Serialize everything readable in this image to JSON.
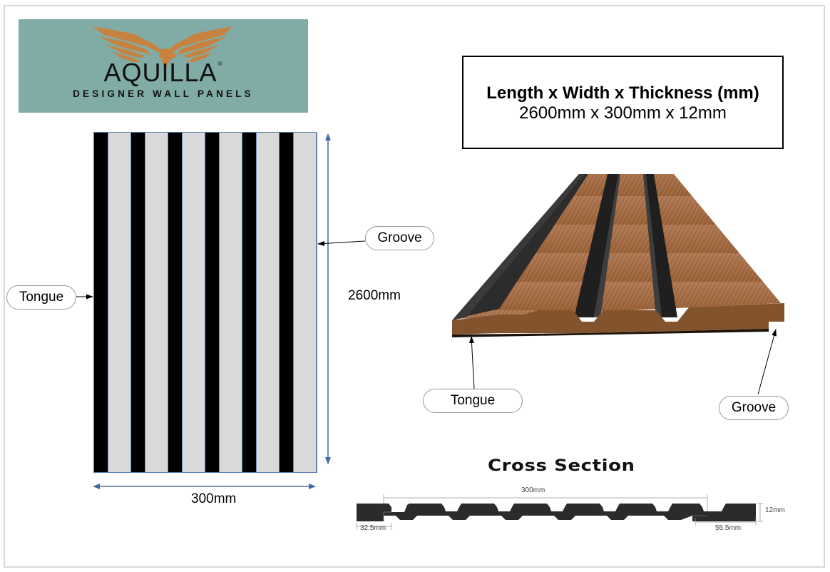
{
  "logo": {
    "brand": "AQUILLA",
    "registered_mark": "®",
    "tagline": "DESIGNER WALL PANELS",
    "background_color": "#80aca5",
    "emblem_color": "#c8823f",
    "emblem_icon": "eagle-icon"
  },
  "spec": {
    "title": "Length x Width x Thickness (mm)",
    "value": "2600mm x 300mm x 12mm"
  },
  "front_view": {
    "width_label": "300mm",
    "height_label": "2600mm",
    "tongue_label": "Tongue",
    "groove_label": "Groove",
    "strips": [
      "dark",
      "light",
      "dark",
      "light",
      "dark",
      "light",
      "dark",
      "light",
      "dark",
      "light",
      "dark",
      "light"
    ],
    "colors": {
      "dark": "#000000",
      "light": "#d9d9d9",
      "dimension_line": "#3e6aa8"
    }
  },
  "photo_view": {
    "tongue_label": "Tongue",
    "groove_label": "Groove",
    "colors": {
      "wood": "#a56e45",
      "core": "#7a4a2a",
      "slat_black": "#2a2a2a"
    }
  },
  "cross_section": {
    "title": "Cross Section",
    "width_label": "300mm",
    "thickness_label": "12mm",
    "tongue_width_label": "32.5mm",
    "groove_width_label": "55.5mm"
  }
}
